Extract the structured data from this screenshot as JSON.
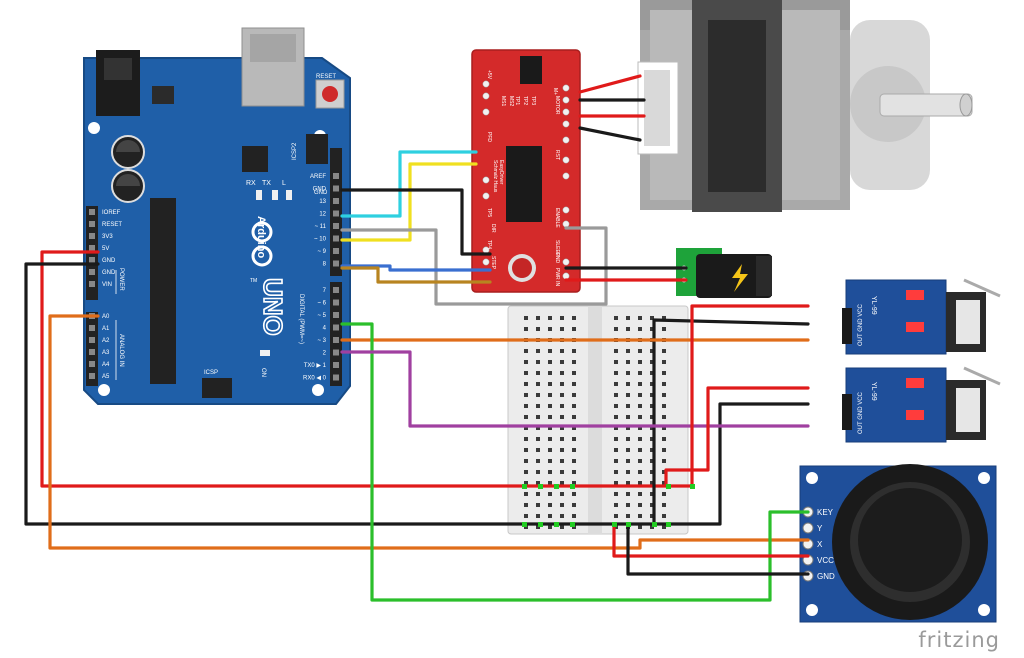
{
  "colors": {
    "arduino_blue": "#1f5fa8",
    "driver_red": "#d42a2a",
    "module_blue": "#1f4f9a",
    "breadboard": "#ececec",
    "motor_grey": "#9a9a9a"
  },
  "arduino": {
    "brand": "Arduino",
    "model": "UNO",
    "labels": {
      "reset": "RESET",
      "icsp2": "ICSP2",
      "icsp": "ICSP",
      "aref": "AREF",
      "gnd": "GND",
      "tx": "TX",
      "rx": "RX",
      "l": "L",
      "on": "ON",
      "digital": "DIGITAL (PWM=~)",
      "power": "POWER",
      "analog": "ANALOG IN",
      "tm": "TM"
    },
    "power_pins": [
      "IOREF",
      "RESET",
      "3V3",
      "5V",
      "GND",
      "GND",
      "VIN"
    ],
    "analog_pins": [
      "A0",
      "A1",
      "A2",
      "A3",
      "A4",
      "A5"
    ],
    "digital_pins_top": [
      "AREF",
      "GND",
      "13",
      "12",
      "~ 11",
      "~ 10",
      "~ 9",
      "8"
    ],
    "digital_pins_bottom": [
      "7",
      "~ 6",
      "~ 5",
      "4",
      "~ 3",
      "2",
      "TX0 ▶ 1",
      "RX0 ◀ 0"
    ]
  },
  "driver": {
    "labels": [
      "MOTOR",
      "Schmalz Haus",
      "EasyDriver",
      "ENABLE",
      "SLEEP",
      "STEP",
      "DIR",
      "GND",
      "PWR IN",
      "M+",
      "+5V",
      "MS1",
      "MS2",
      "RST",
      "PFD",
      "TP1",
      "TP2",
      "TP3",
      "TP4",
      "TP5"
    ]
  },
  "sensors": [
    {
      "model": "YL-99",
      "pins": "OUT GND VCC"
    },
    {
      "model": "YL-99",
      "pins": "OUT GND VCC"
    }
  ],
  "joystick": {
    "pins": [
      "KEY",
      "Y",
      "X",
      "VCC",
      "GND"
    ]
  },
  "watermark": "fritzing"
}
